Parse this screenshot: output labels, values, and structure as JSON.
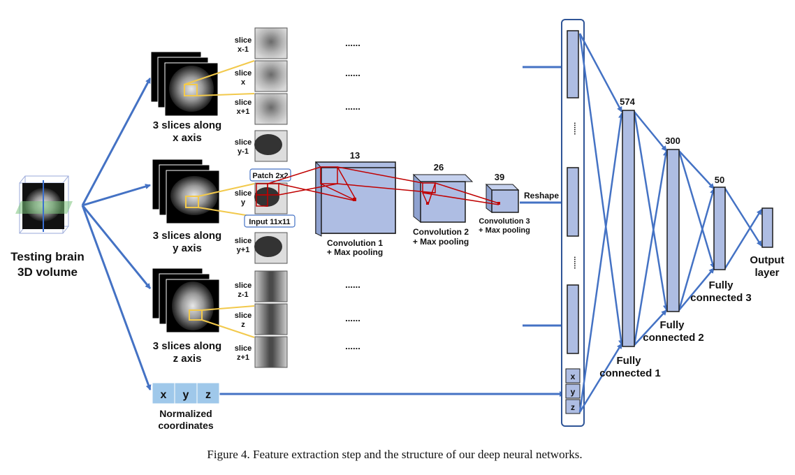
{
  "input": {
    "volume_label_1": "Testing brain",
    "volume_label_2": "3D volume"
  },
  "slice_groups": [
    {
      "caption_1": "3 slices along",
      "caption_2": "x axis",
      "slices": [
        {
          "l1": "slice",
          "l2": "x-1"
        },
        {
          "l1": "slice",
          "l2": "x"
        },
        {
          "l1": "slice",
          "l2": "x+1"
        }
      ]
    },
    {
      "caption_1": "3 slices along",
      "caption_2": "y axis",
      "slices": [
        {
          "l1": "slice",
          "l2": "y-1"
        },
        {
          "l1": "slice",
          "l2": "y"
        },
        {
          "l1": "slice",
          "l2": "y+1"
        }
      ]
    },
    {
      "caption_1": "3 slices along",
      "caption_2": "z axis",
      "slices": [
        {
          "l1": "slice",
          "l2": "z-1"
        },
        {
          "l1": "slice",
          "l2": "z"
        },
        {
          "l1": "slice",
          "l2": "z+1"
        }
      ]
    }
  ],
  "ellipsis": "......",
  "patch_label": "Patch 2x2",
  "input_label": "Input 11x11",
  "conv_layers": [
    {
      "size": "13",
      "label_1": "Convolution 1",
      "label_2": "+ Max pooling"
    },
    {
      "size": "26",
      "label_1": "Convolution 2",
      "label_2": "+ Max pooling"
    },
    {
      "size": "39",
      "label_1": "Convolution 3",
      "label_2": "+ Max pooling"
    }
  ],
  "reshape_label": "Reshape",
  "coords": {
    "cells": [
      "x",
      "y",
      "z"
    ],
    "label_1": "Normalized",
    "label_2": "coordinates"
  },
  "vector_dots": "......",
  "fc_layers": [
    {
      "size": "574",
      "label_1": "Fully",
      "label_2": "connected 1"
    },
    {
      "size": "300",
      "label_1": "Fully",
      "label_2": "connected 2"
    },
    {
      "size": "50",
      "label_1": "Fully",
      "label_2": "connected 3"
    }
  ],
  "output": {
    "label_1": "Output",
    "label_2": "layer"
  },
  "caption": "Figure 4. Feature extraction step and the structure of our deep neural networks.",
  "colors": {
    "arrow": "#4472c4",
    "box_fill": "#aebde3",
    "highlight": "#f2c94c",
    "red": "#c00000"
  }
}
